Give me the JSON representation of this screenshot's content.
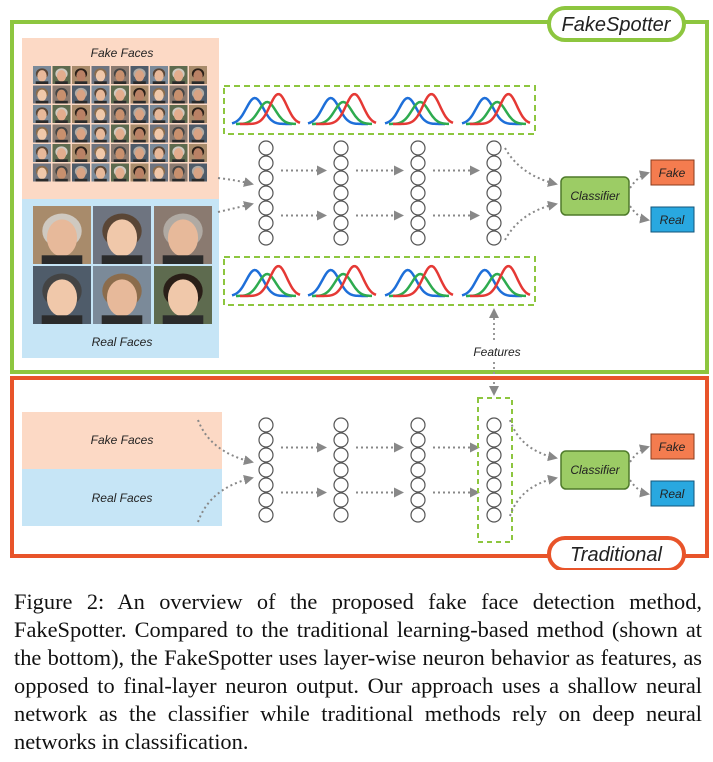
{
  "diagram": {
    "top_panel": {
      "badge": "FakeSpotter",
      "fake_faces_label": "Fake Faces",
      "real_faces_label": "Real Faces",
      "features_label": "Features",
      "classifier_label": "Classifier",
      "output_fake": "Fake",
      "output_real": "Real"
    },
    "bottom_panel": {
      "badge": "Traditional",
      "fake_faces_label": "Fake Faces",
      "real_faces_label": "Real Faces",
      "classifier_label": "Classifier",
      "output_fake": "Fake",
      "output_real": "Real"
    },
    "colors": {
      "top_border": "#8dc63f",
      "bottom_border": "#e8542a",
      "fake_bg": "#fcd9c5",
      "real_bg": "#c6e5f6",
      "classifier_fill": "#9ccc65",
      "fake_output": "#f47c4f",
      "real_output": "#29a8e0",
      "curve_red": "#e53935",
      "curve_green": "#2eab4f",
      "curve_blue": "#1e6fd9"
    }
  },
  "caption": "Figure 2: An overview of the proposed fake face detection method, FakeSpotter. Compared to the traditional learning-based method (shown at the bottom), the FakeSpotter uses layer-wise neuron behavior as features, as opposed to final-layer neuron output. Our approach uses a shallow neural network as the classifier while traditional methods rely on deep neural networks in classification."
}
